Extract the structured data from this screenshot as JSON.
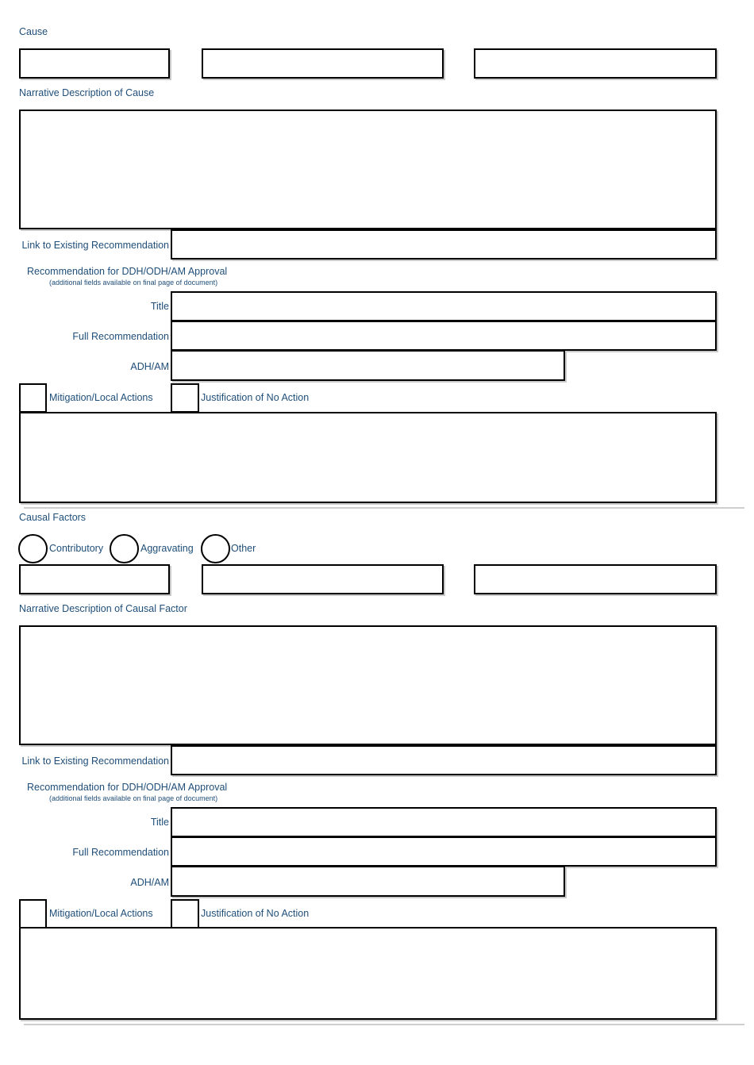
{
  "colors": {
    "label_blue": "#1F4E79",
    "field_border": "#000000",
    "field_shadow": "#c9c9c9",
    "divider_gray": "#cfcfcf",
    "background": "#ffffff"
  },
  "sections": [
    {
      "title": "Cause",
      "narrative_label": "Narrative Description of Cause",
      "link_label": "Link to Existing Recommendation",
      "recommendation_heading": "Recommendation for DDH/ODH/AM Approval",
      "recommendation_subnote": "(additional fields available on final page of document)",
      "title_field_label": "Title",
      "full_recommendation_label": "Full Recommendation",
      "adh_am_label": "ADH/AM",
      "mitigation_checkbox_label": "Mitigation/Local Actions",
      "justification_checkbox_label": "Justification of No Action",
      "inputs": {
        "category_1": "",
        "category_2": "",
        "category_3": "",
        "narrative": "",
        "link": "",
        "title": "",
        "full_recommendation": "",
        "adh_am": "",
        "actions_detail": ""
      },
      "checkboxes": {
        "mitigation": false,
        "justification": false
      }
    },
    {
      "title": "Causal Factors",
      "radio_options": [
        {
          "label": "Contributory",
          "selected": false
        },
        {
          "label": "Aggravating",
          "selected": false
        },
        {
          "label": "Other",
          "selected": false
        }
      ],
      "narrative_label": "Narrative Description of Causal Factor",
      "link_label": "Link to Existing Recommendation",
      "recommendation_heading": "Recommendation for DDH/ODH/AM Approval",
      "recommendation_subnote": "(additional fields available on final page of document)",
      "title_field_label": "Title",
      "full_recommendation_label": "Full Recommendation",
      "adh_am_label": "ADH/AM",
      "mitigation_checkbox_label": "Mitigation/Local Actions",
      "justification_checkbox_label": "Justification of No Action",
      "inputs": {
        "category_1": "",
        "category_2": "",
        "category_3": "",
        "narrative": "",
        "link": "",
        "title": "",
        "full_recommendation": "",
        "adh_am": "",
        "actions_detail": ""
      },
      "checkboxes": {
        "mitigation": false,
        "justification": false
      }
    }
  ]
}
